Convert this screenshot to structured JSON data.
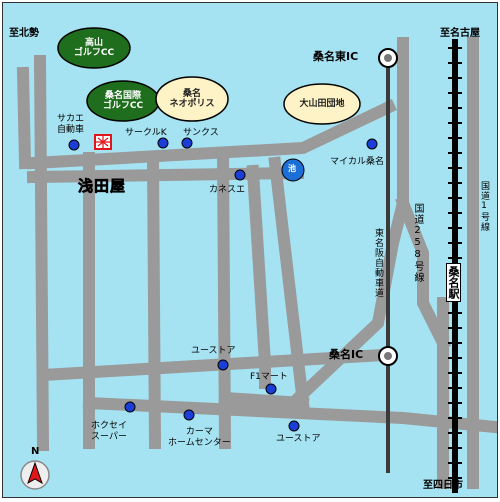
{
  "directions": {
    "north_label": "N",
    "to_kitase": "至北勢",
    "to_nagoya": "至名古屋",
    "to_yokkaichi": "至四日市"
  },
  "interchanges": {
    "east": "桑名東IC",
    "main": "桑名IC"
  },
  "landmarks": {
    "golf1": [
      "高山",
      "ゴルフCC"
    ],
    "golf2": [
      "桑名国際",
      "ゴルフCC"
    ],
    "neopolis": [
      "桑名",
      "ネオポリス"
    ],
    "danchi": "大山田団地"
  },
  "stores": {
    "sakae": [
      "サカエ",
      "自動車"
    ],
    "circlek": "サークルK",
    "sunkus": "サンクス",
    "kanesue": "カネスエ",
    "mycal": "マイカル桑名",
    "ike": "池",
    "eustore1": "ユーストア",
    "f1mart": "F1マート",
    "hokusei": [
      "ホクセイ",
      "スーパー"
    ],
    "kama": [
      "カーマ",
      "ホームセンター"
    ],
    "eustore2": "ユーストア"
  },
  "main_store": "浅田屋",
  "roads": {
    "expressway": "東名阪自動車道",
    "route258": "国道258号線",
    "route1": "国道1号線"
  },
  "station": "桑名駅",
  "colors": {
    "background": "#a6e3f2",
    "road": "#9a9a9a",
    "golf": "#1e6e1e",
    "cream": "#fdf3c6",
    "marker": "#1b3fd6",
    "main_store": "#e0161b"
  }
}
